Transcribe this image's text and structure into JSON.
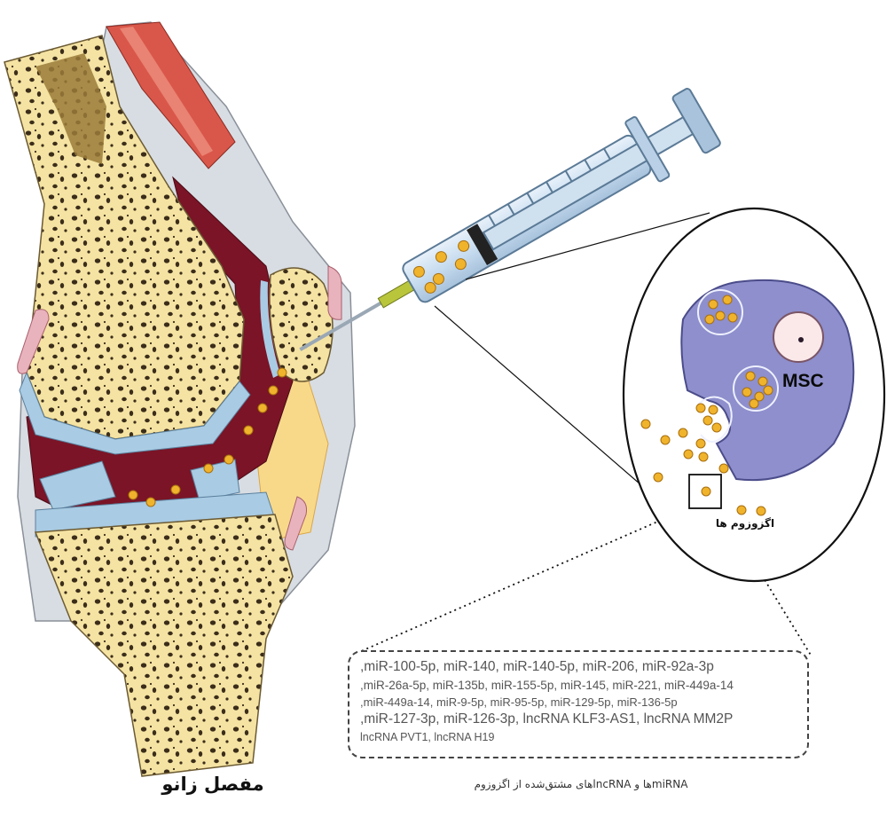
{
  "labels": {
    "knee_joint": "مفصل زانو",
    "msc": "MSC",
    "exosomes": "اگزوزوم ها",
    "caption": "miRNAها و lncRNAهای مشتق‌شده از اگزوزوم"
  },
  "mirna_lines": [
    ",miR-100-5p, miR-140, miR-140-5p, miR-206, miR-92a-3p",
    ",miR-26a-5p, miR-135b, miR-155-5p, miR-145, miR-221, miR-449a-14",
    ",miR-449a-14, miR-9-5p, miR-95-5p, miR-129-5p, miR-136-5p",
    ",miR-127-3p, miR-126-3p, lncRNA KLF3-AS1, lncRNA MM2P",
    "lncRNA PVT1, lncRNA H19"
  ],
  "colors": {
    "bone": "#f5e3a3",
    "bone_pore": "#3b2d1a",
    "cartilage": "#a9cbe3",
    "synovium": "#7a1426",
    "muscle": "#d9574a",
    "msc_cell": "#8e8fcc",
    "exosome": "#f0b32c",
    "nucleus": "#fbe9ea",
    "fat": "#f8d98a"
  },
  "icons": [
    "syringe-icon",
    "exosome-icon",
    "msc-cell-icon",
    "knee-joint-icon"
  ]
}
